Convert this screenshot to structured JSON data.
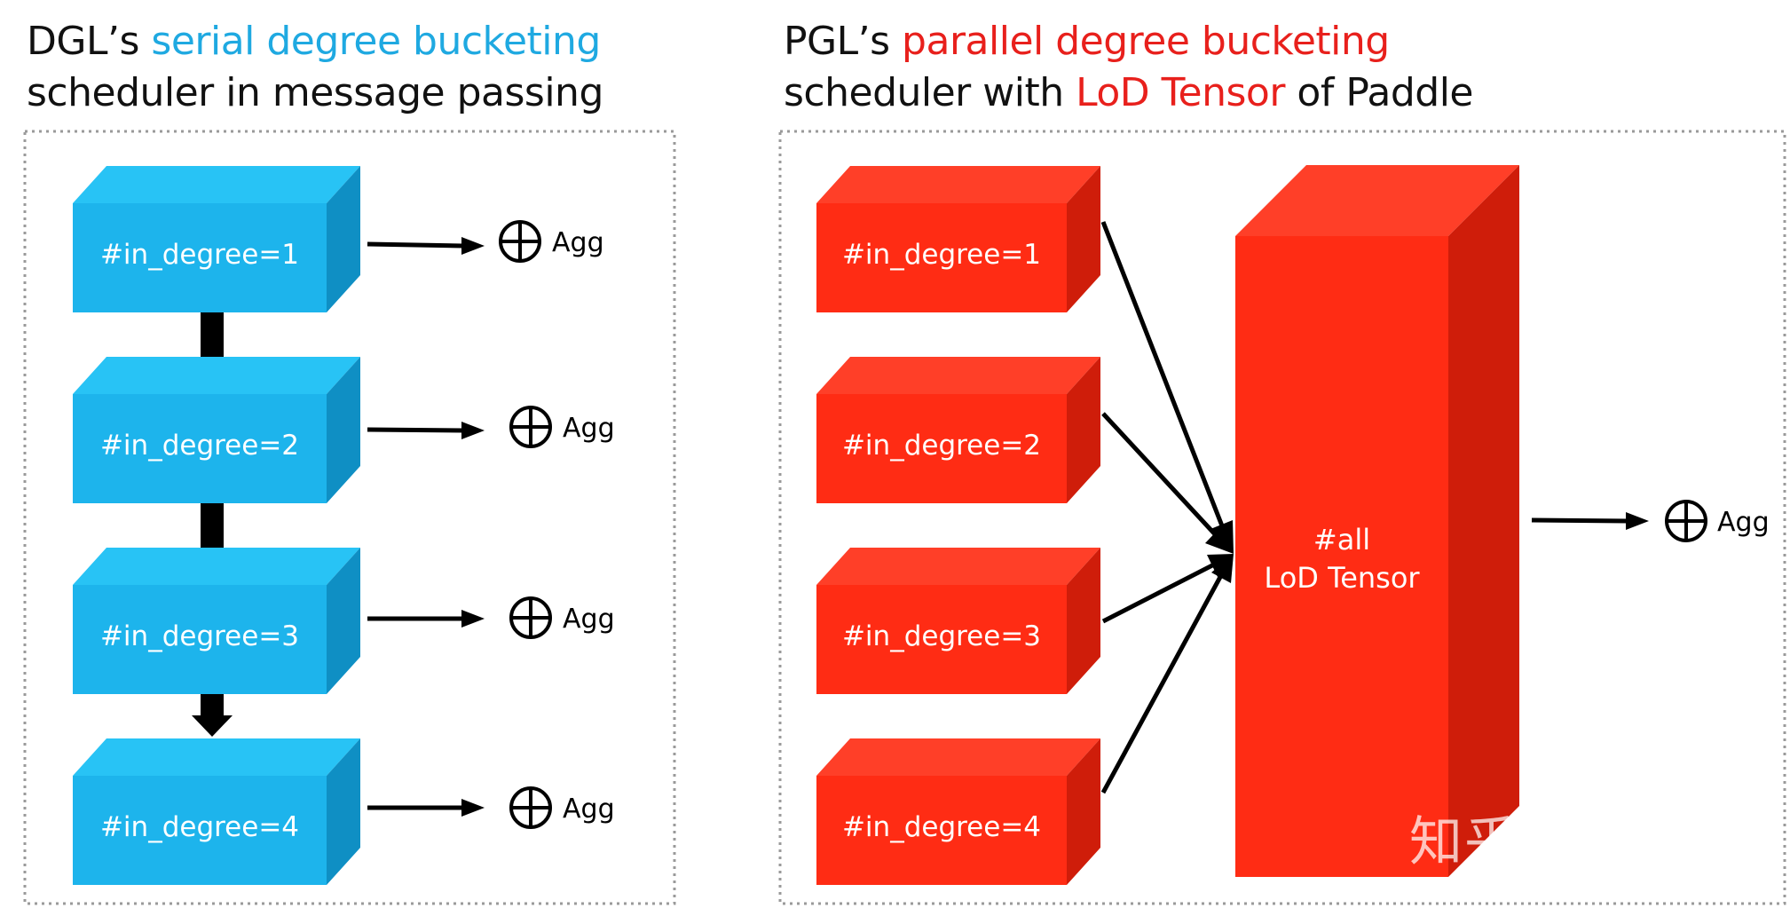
{
  "left_panel": {
    "title_prefix": "DGL’s ",
    "title_highlight": "serial degree bucketing",
    "title_line2": "scheduler in message passing",
    "blocks": [
      "#in_degree=1",
      "#in_degree=2",
      "#in_degree=3",
      "#in_degree=4"
    ],
    "agg_label": "Agg"
  },
  "right_panel": {
    "title_prefix": "PGL’s ",
    "title_highlight": "parallel degree bucketing",
    "title_line2_prefix": "scheduler with ",
    "title_line2_highlight": "LoD Tensor",
    "title_line2_suffix": " of Paddle",
    "blocks": [
      "#in_degree=1",
      "#in_degree=2",
      "#in_degree=3",
      "#in_degree=4"
    ],
    "tensor_line1": "#all",
    "tensor_line2": "LoD Tensor",
    "agg_label": "Agg"
  },
  "watermark": "知乎 @闫广庆",
  "colors": {
    "blue_front": "#1db4ec",
    "blue_top": "#28c3f5",
    "blue_side": "#0f8fc4",
    "red_front": "#ff2c14",
    "red_top": "#ff3f28",
    "red_side": "#cf1d0a",
    "title_blue": "#1fa9e1",
    "title_red": "#e8201c"
  }
}
